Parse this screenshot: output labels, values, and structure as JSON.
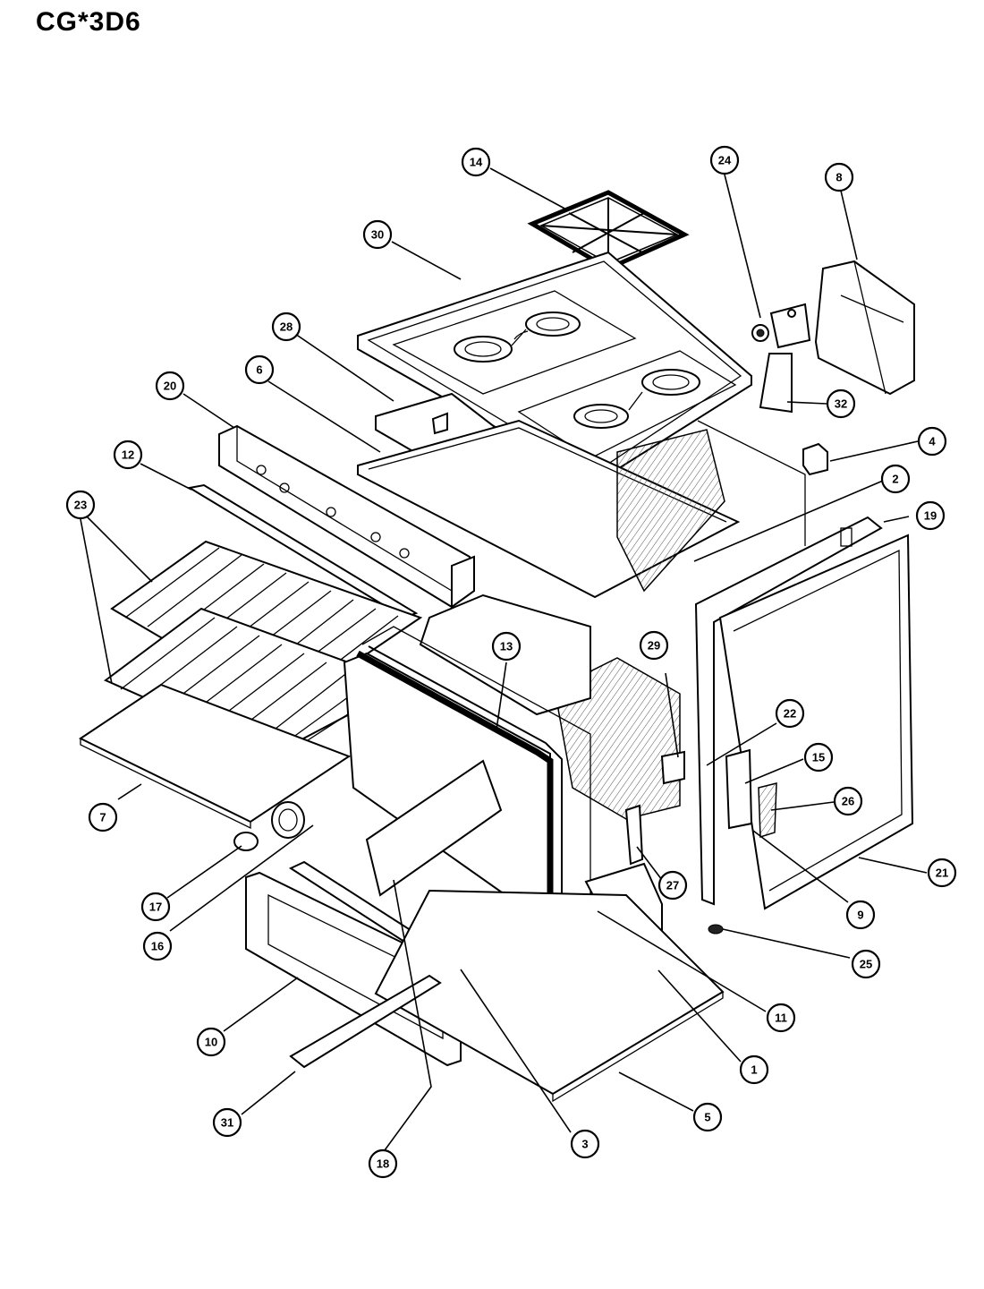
{
  "model": "CG*3D6",
  "callouts": [
    {
      "label": "14"
    },
    {
      "label": "24"
    },
    {
      "label": "8"
    },
    {
      "label": "30"
    },
    {
      "label": "28"
    },
    {
      "label": "6"
    },
    {
      "label": "20"
    },
    {
      "label": "12"
    },
    {
      "label": "32"
    },
    {
      "label": "4"
    },
    {
      "label": "2"
    },
    {
      "label": "19"
    },
    {
      "label": "23"
    },
    {
      "label": "13"
    },
    {
      "label": "29"
    },
    {
      "label": "22"
    },
    {
      "label": "15"
    },
    {
      "label": "26"
    },
    {
      "label": "7"
    },
    {
      "label": "21"
    },
    {
      "label": "17"
    },
    {
      "label": "27"
    },
    {
      "label": "9"
    },
    {
      "label": "16"
    },
    {
      "label": "25"
    },
    {
      "label": "11"
    },
    {
      "label": "10"
    },
    {
      "label": "1"
    },
    {
      "label": "31"
    },
    {
      "label": "5"
    },
    {
      "label": "3"
    },
    {
      "label": "18"
    }
  ]
}
